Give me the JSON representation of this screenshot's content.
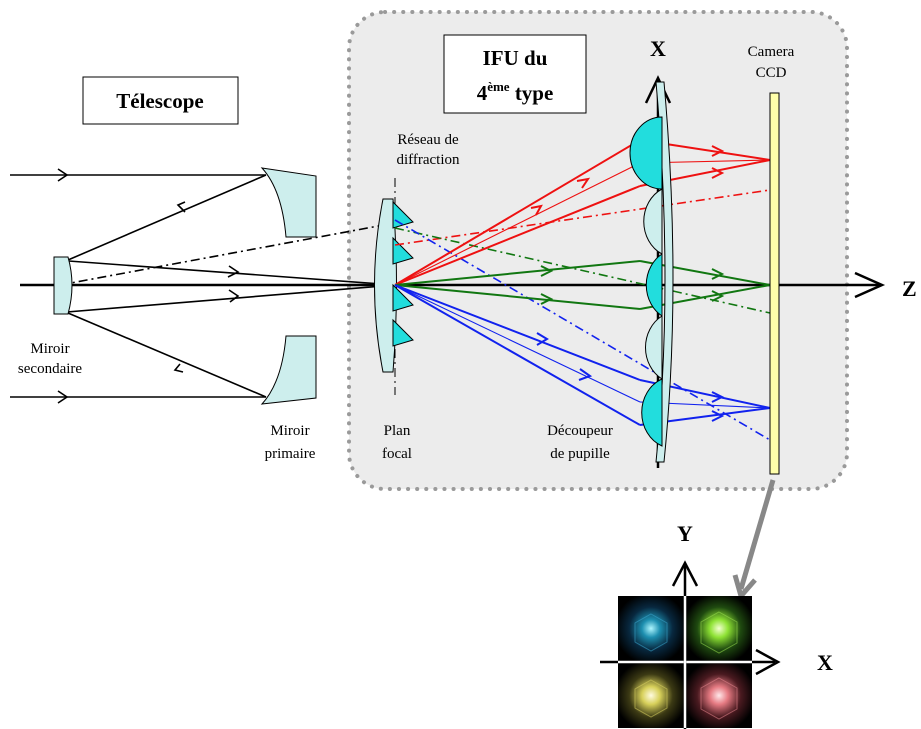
{
  "labels": {
    "telescope": "Télescope",
    "ifu_line1": "IFU du",
    "ifu_line2_num": "4",
    "ifu_line2_sup": "ème",
    "ifu_line2_rest": " type",
    "camera_line1": "Camera",
    "camera_line2": "CCD",
    "grating_line1": "Réseau de",
    "grating_line2": "diffraction",
    "mirror_secondary_line1": "Miroir",
    "mirror_secondary_line2": "secondaire",
    "mirror_primary_line1": "Miroir",
    "mirror_primary_line2": "primaire",
    "focal_line1": "Plan",
    "focal_line2": "focal",
    "slicer_line1": "Découpeur",
    "slicer_line2": "de pupille"
  },
  "axes": {
    "x_main": "X",
    "z_main": "Z",
    "y_inset": "Y",
    "x_inset": "X"
  },
  "colors": {
    "red": "#ee1111",
    "green": "#117711",
    "blue": "#1122ee",
    "cyan": "#22dddd",
    "optic_fill": "#cdeeed",
    "ccd_fill": "#ffffaa",
    "gray": "#888888",
    "panel": "#ececec"
  }
}
